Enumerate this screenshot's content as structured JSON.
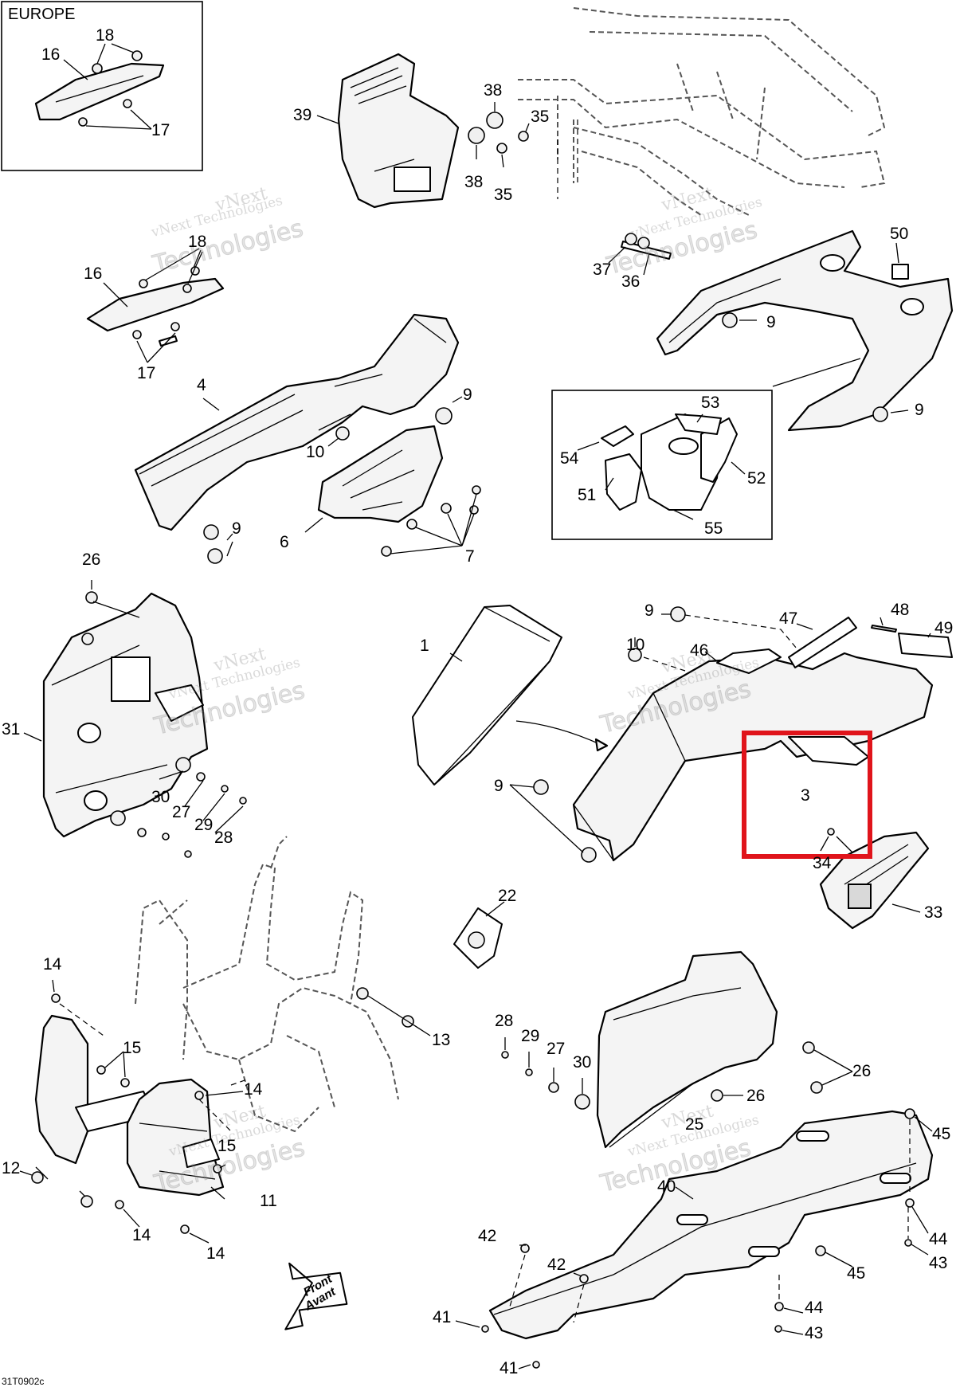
{
  "diagram": {
    "region_label": "EUROPE",
    "figure_code": "31T0902c",
    "direction_arrow": {
      "line1": "Front",
      "line2": "Avant"
    },
    "highlight_color": "#e0141b",
    "watermark": {
      "line1": "vNext",
      "line2": "vNext Technologies",
      "line3": "Technologies"
    },
    "callouts": {
      "c18a": "18",
      "c16a": "16",
      "c17a": "17",
      "c39": "39",
      "c38a": "38",
      "c35a": "35",
      "c38b": "38",
      "c35b": "35",
      "c18b": "18",
      "c16b": "16",
      "c17b": "17",
      "c50": "50",
      "c37": "37",
      "c36": "36",
      "c9a": "9",
      "c4": "4",
      "c9b": "9",
      "c10a": "10",
      "c9c": "9",
      "c6": "6",
      "c7": "7",
      "c53": "53",
      "c54": "54",
      "c52": "52",
      "c51": "51",
      "c55": "55",
      "c9d": "9",
      "c26a": "26",
      "c31": "31",
      "c30a": "30",
      "c27a": "27",
      "c29a": "29",
      "c28a": "28",
      "c1": "1",
      "c9e": "9",
      "c10b": "10",
      "c46": "46",
      "c47": "47",
      "c48": "48",
      "c49": "49",
      "c9f": "9",
      "c3": "3",
      "c34": "34",
      "c33": "33",
      "c22": "22",
      "c14a": "14",
      "c15a": "15",
      "c13": "13",
      "c14b": "14",
      "c15b": "15",
      "c12": "12",
      "c14c": "14",
      "c11": "11",
      "c14d": "14",
      "c28b": "28",
      "c29b": "29",
      "c27b": "27",
      "c30b": "30",
      "c26b": "26",
      "c26c": "26",
      "c25": "25",
      "c45a": "45",
      "c40": "40",
      "c44a": "44",
      "c43a": "43",
      "c45b": "45",
      "c42a": "42",
      "c42b": "42",
      "c44b": "44",
      "c43b": "43",
      "c41a": "41",
      "c41b": "41"
    }
  }
}
